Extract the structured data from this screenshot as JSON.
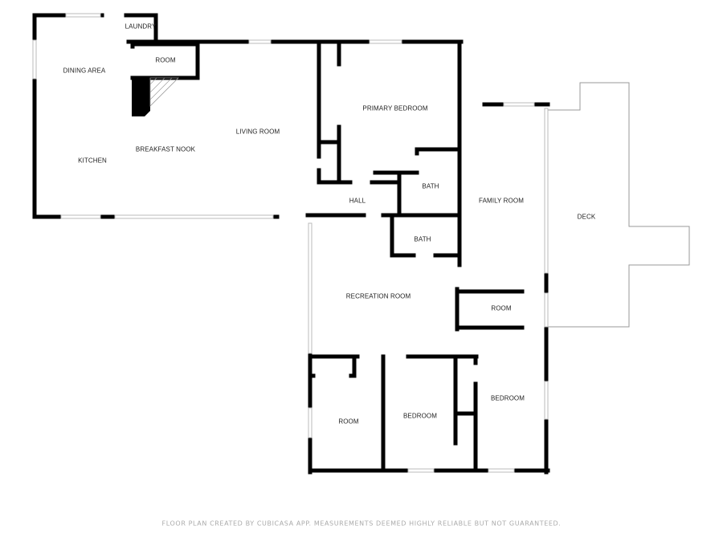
{
  "rooms": {
    "laundry": "LAUNDRY",
    "dining_area": "DINING AREA",
    "room_upper": "ROOM",
    "kitchen": "KITCHEN",
    "breakfast_nook": "BREAKFAST NOOK",
    "living_room": "LIVING ROOM",
    "primary_bedroom": "PRIMARY BEDROOM",
    "bath_1": "BATH",
    "hall": "HALL",
    "bath_2": "BATH",
    "family_room": "FAMILY ROOM",
    "deck": "DECK",
    "recreation_room": "RECREATION ROOM",
    "room_middle": "ROOM",
    "room_lower": "ROOM",
    "bedroom_1": "BEDROOM",
    "bedroom_2": "BEDROOM"
  },
  "footer": "FLOOR PLAN CREATED BY CUBICASA APP. MEASUREMENTS DEEMED HIGHLY RELIABLE BUT NOT GUARANTEED.",
  "colors": {
    "wall": "#000000",
    "window": "#bbbbbb",
    "footer_text": "#aaaaaa"
  }
}
